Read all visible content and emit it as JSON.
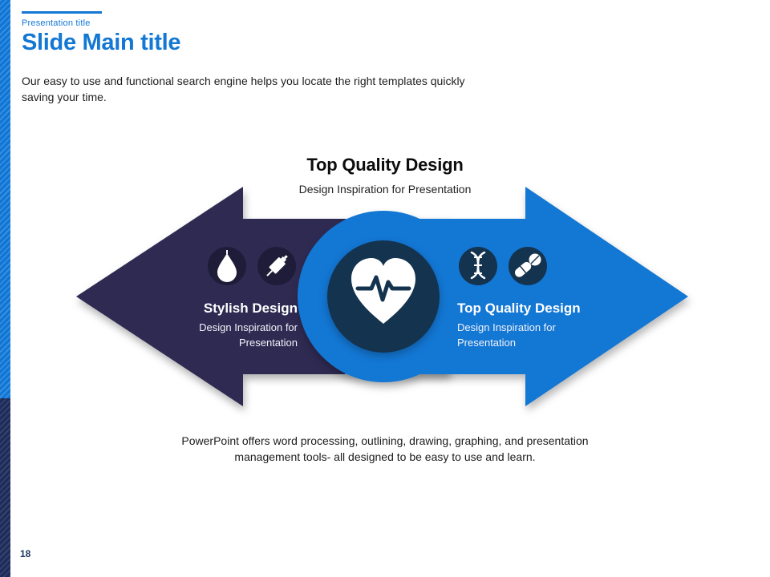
{
  "slide": {
    "eyebrow": "Presentation title",
    "title": "Slide Main title",
    "intro": "Our easy to use and functional search engine helps you locate the right templates quickly saving your time.",
    "page_number": "18"
  },
  "diagram": {
    "heading": "Top Quality Design",
    "subheading": "Design Inspiration for Presentation",
    "center_icon": "heart-pulse-icon",
    "left_arrow": {
      "title": "Stylish Design",
      "desc_line1": "Design Inspiration for",
      "desc_line2": "Presentation",
      "icons": [
        "blood-drop-icon",
        "syringe-icon"
      ],
      "color": "#2e2a52"
    },
    "right_arrow": {
      "title": "Top Quality Design",
      "desc_line1": "Design Inspiration for",
      "desc_line2": "Presentation",
      "icons": [
        "dna-icon",
        "pills-icon"
      ],
      "color": "#1377d4"
    }
  },
  "footer": {
    "text": "PowerPoint offers word processing, outlining, drawing, graphing, and presentation management tools- all designed to be easy to use and learn."
  },
  "colors": {
    "accent_blue": "#1377d4",
    "dark_arrow": "#2e2a52",
    "center_circle": "#14334e",
    "icon_circle_dark": "#1e1c38",
    "sidebar_top": "#0f76d6",
    "sidebar_bottom": "#1d2c5a"
  }
}
